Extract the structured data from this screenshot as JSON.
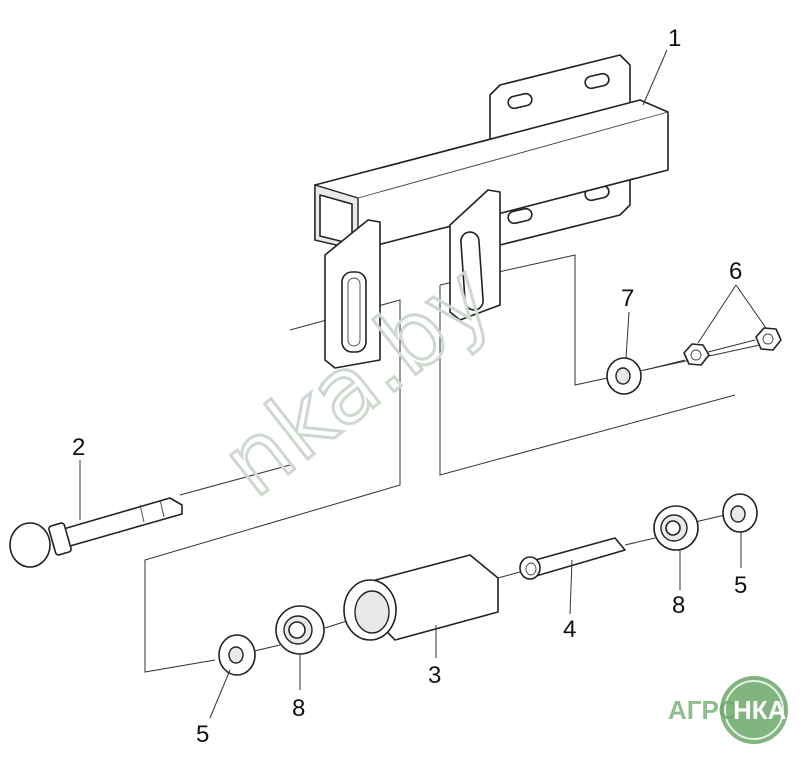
{
  "callouts": {
    "c1": "1",
    "c2": "2",
    "c3": "3",
    "c4": "4",
    "c5a": "5",
    "c5b": "5",
    "c6": "6",
    "c7": "7",
    "c8a": "8",
    "c8b": "8"
  },
  "watermark": {
    "text": "nka.by"
  },
  "logo": {
    "left": "АГРО",
    "right": "НКА",
    "color": "#6aa86a"
  },
  "colors": {
    "line": "#222222",
    "watermark": "#cfd8cf"
  }
}
